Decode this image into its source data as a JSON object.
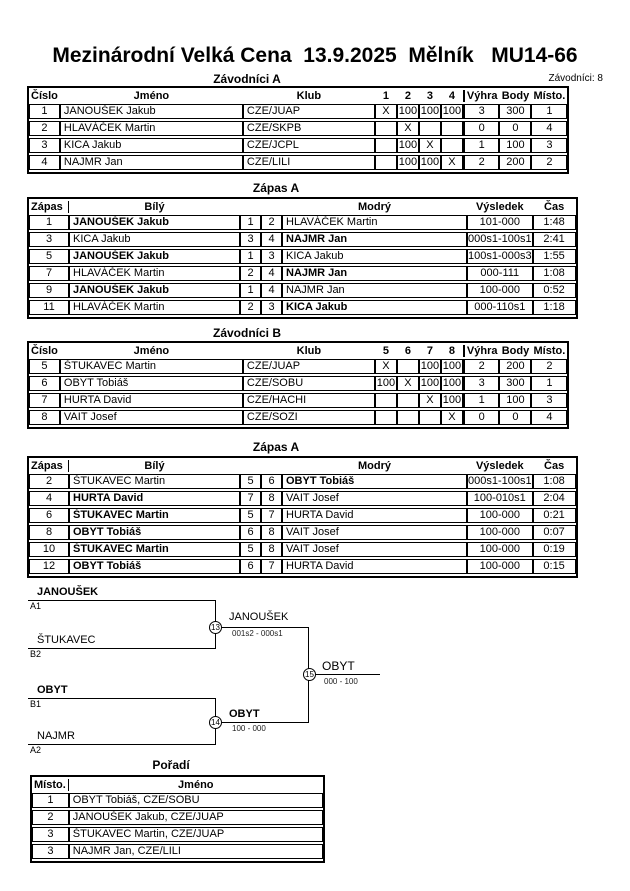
{
  "header": {
    "title": "Mezinárodní Velká Cena  13.9.2025  Mělník   MU14-66",
    "count": "Závodníci: 8"
  },
  "pool_headers": {
    "cislo": "Číslo",
    "jmeno": "Jméno",
    "klub": "Klub",
    "vyhra": "Výhra",
    "body": "Body",
    "misto": "Místo."
  },
  "match_headers": {
    "zapas": "Zápas",
    "bily": "Bílý",
    "modry": "Modrý",
    "vysledek": "Výsledek",
    "cas": "Čas"
  },
  "pool_a": {
    "title": "Závodníci A",
    "cols": [
      "1",
      "2",
      "3",
      "4"
    ],
    "rows": [
      {
        "c": "1",
        "n": "JANOUŠEK Jakub",
        "k": "CZE/JUAP",
        "m": [
          "X",
          "100",
          "100",
          "100"
        ],
        "w": "3",
        "b": "300",
        "p": "1"
      },
      {
        "c": "2",
        "n": "HLAVÁČEK Martin",
        "k": "CZE/SKPB",
        "m": [
          "",
          "X",
          "",
          ""
        ],
        "w": "0",
        "b": "0",
        "p": "4"
      },
      {
        "c": "3",
        "n": "KICA Jakub",
        "k": "CZE/JCPL",
        "m": [
          "",
          "100",
          "X",
          ""
        ],
        "w": "1",
        "b": "100",
        "p": "3"
      },
      {
        "c": "4",
        "n": "NAJMR Jan",
        "k": "CZE/LILI",
        "m": [
          "",
          "100",
          "100",
          "X"
        ],
        "w": "2",
        "b": "200",
        "p": "2"
      }
    ]
  },
  "matches_a": {
    "title": "Zápas A",
    "rows": [
      {
        "no": "1",
        "w": "JANOUŠEK Jakub",
        "wn": "1",
        "bn": "2",
        "bl": "HLAVÁČEK Martin",
        "res": "101-000",
        "t": "1:48"
      },
      {
        "no": "3",
        "w": "KICA Jakub",
        "wn": "3",
        "bn": "4",
        "bl": "NAJMR Jan",
        "res": "000s1-100s1",
        "t": "2:41"
      },
      {
        "no": "5",
        "w": "JANOUŠEK Jakub",
        "wn": "1",
        "bn": "3",
        "bl": "KICA Jakub",
        "res": "100s1-000s3",
        "t": "1:55"
      },
      {
        "no": "7",
        "w": "HLAVÁČEK Martin",
        "wn": "2",
        "bn": "4",
        "bl": "NAJMR Jan",
        "res": "000-111",
        "t": "1:08"
      },
      {
        "no": "9",
        "w": "JANOUŠEK Jakub",
        "wn": "1",
        "bn": "4",
        "bl": "NAJMR Jan",
        "res": "100-000",
        "t": "0:52"
      },
      {
        "no": "11",
        "w": "HLAVÁČEK Martin",
        "wn": "2",
        "bn": "3",
        "bl": "KICA Jakub",
        "res": "000-110s1",
        "t": "1:18"
      }
    ]
  },
  "pool_b": {
    "title": "Závodníci B",
    "cols": [
      "5",
      "6",
      "7",
      "8"
    ],
    "rows": [
      {
        "c": "5",
        "n": "ŠTUKAVEC Martin",
        "k": "CZE/JUAP",
        "m": [
          "X",
          "",
          "100",
          "100"
        ],
        "w": "2",
        "b": "200",
        "p": "2"
      },
      {
        "c": "6",
        "n": "OBYT Tobiáš",
        "k": "CZE/SOBU",
        "m": [
          "100",
          "X",
          "100",
          "100"
        ],
        "w": "3",
        "b": "300",
        "p": "1"
      },
      {
        "c": "7",
        "n": "HURTA David",
        "k": "CZE/HACHI",
        "m": [
          "",
          "",
          "X",
          "100"
        ],
        "w": "1",
        "b": "100",
        "p": "3"
      },
      {
        "c": "8",
        "n": "VAIT Josef",
        "k": "CZE/SOZI",
        "m": [
          "",
          "",
          "",
          "X"
        ],
        "w": "0",
        "b": "0",
        "p": "4"
      }
    ]
  },
  "matches_b": {
    "title": "Zápas A",
    "rows": [
      {
        "no": "2",
        "w": "ŠTUKAVEC Martin",
        "wn": "5",
        "bn": "6",
        "bl": "OBYT Tobiáš",
        "res": "000s1-100s1",
        "t": "1:08"
      },
      {
        "no": "4",
        "w": "HURTA David",
        "wn": "7",
        "bn": "8",
        "bl": "VAIT Josef",
        "res": "100-010s1",
        "t": "2:04"
      },
      {
        "no": "6",
        "w": "ŠTUKAVEC Martin",
        "wn": "5",
        "bn": "7",
        "bl": "HURTA David",
        "res": "100-000",
        "t": "0:21"
      },
      {
        "no": "8",
        "w": "OBYT Tobiáš",
        "wn": "6",
        "bn": "8",
        "bl": "VAIT Josef",
        "res": "100-000",
        "t": "0:07"
      },
      {
        "no": "10",
        "w": "ŠTUKAVEC Martin",
        "wn": "5",
        "bn": "8",
        "bl": "VAIT Josef",
        "res": "100-000",
        "t": "0:19"
      },
      {
        "no": "12",
        "w": "OBYT Tobiáš",
        "wn": "6",
        "bn": "7",
        "bl": "HURTA David",
        "res": "100-000",
        "t": "0:15"
      }
    ]
  },
  "bracket": {
    "sf1": {
      "top": "JANOUŠEK",
      "top_seed": "A1",
      "bottom": "ŠTUKAVEC",
      "bottom_seed": "B2",
      "no": "13",
      "winner": "JANOUŠEK",
      "score": "001s2 - 000s1"
    },
    "sf2": {
      "top": "OBYT",
      "top_seed": "B1",
      "bottom": "NAJMR",
      "bottom_seed": "A2",
      "no": "14",
      "winner": "OBYT",
      "score": "100 - 000"
    },
    "final": {
      "no": "15",
      "winner": "OBYT",
      "score": "000 - 100"
    }
  },
  "standings": {
    "title": "Pořadí",
    "headers": {
      "misto": "Místo.",
      "jmeno": "Jméno"
    },
    "rows": [
      {
        "p": "1",
        "n": "OBYT Tobiáš, CZE/SOBU"
      },
      {
        "p": "2",
        "n": "JANOUŠEK Jakub, CZE/JUAP"
      },
      {
        "p": "3",
        "n": "ŠTUKAVEC Martin, CZE/JUAP"
      },
      {
        "p": "3",
        "n": "NAJMR Jan, CZE/LILI"
      }
    ]
  }
}
